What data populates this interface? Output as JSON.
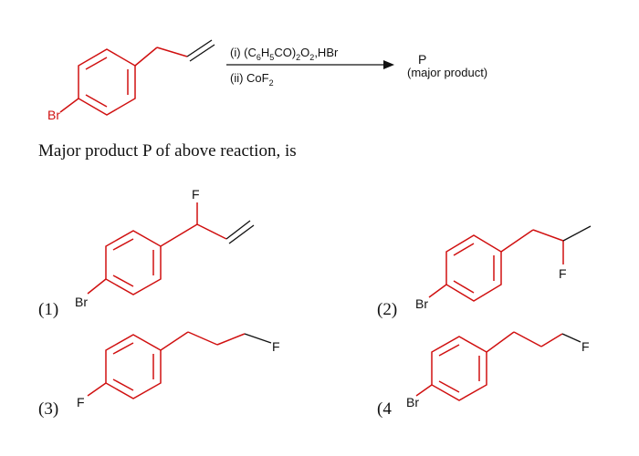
{
  "reaction": {
    "condition_1_prefix": "(i) (C",
    "condition_1_sub_a": "6",
    "condition_1_mid_a": "H",
    "condition_1_sub_b": "5",
    "condition_1_mid_b": "CO)",
    "condition_1_sub_c": "2",
    "condition_1_mid_c": "O",
    "condition_1_sub_d": "2",
    "condition_1_suffix": ",HBr",
    "condition_2_prefix": "(ii) CoF",
    "condition_2_sub": "2",
    "product_label": "P",
    "product_note": "(major product)",
    "reactant_substituent": "Br"
  },
  "question": "Major product P of above reaction, is",
  "options": [
    {
      "label": "(1)",
      "substituents": [
        "F",
        "Br"
      ]
    },
    {
      "label": "(2)",
      "substituents": [
        "F",
        "Br"
      ]
    },
    {
      "label": "(3)",
      "substituents": [
        "F",
        "F"
      ]
    },
    {
      "label": "(4",
      "substituents": [
        "F",
        "Br"
      ]
    }
  ],
  "colors": {
    "bond": "#d01010",
    "bond_black": "#111111",
    "atom_label": "#d01010",
    "text": "#111111"
  }
}
